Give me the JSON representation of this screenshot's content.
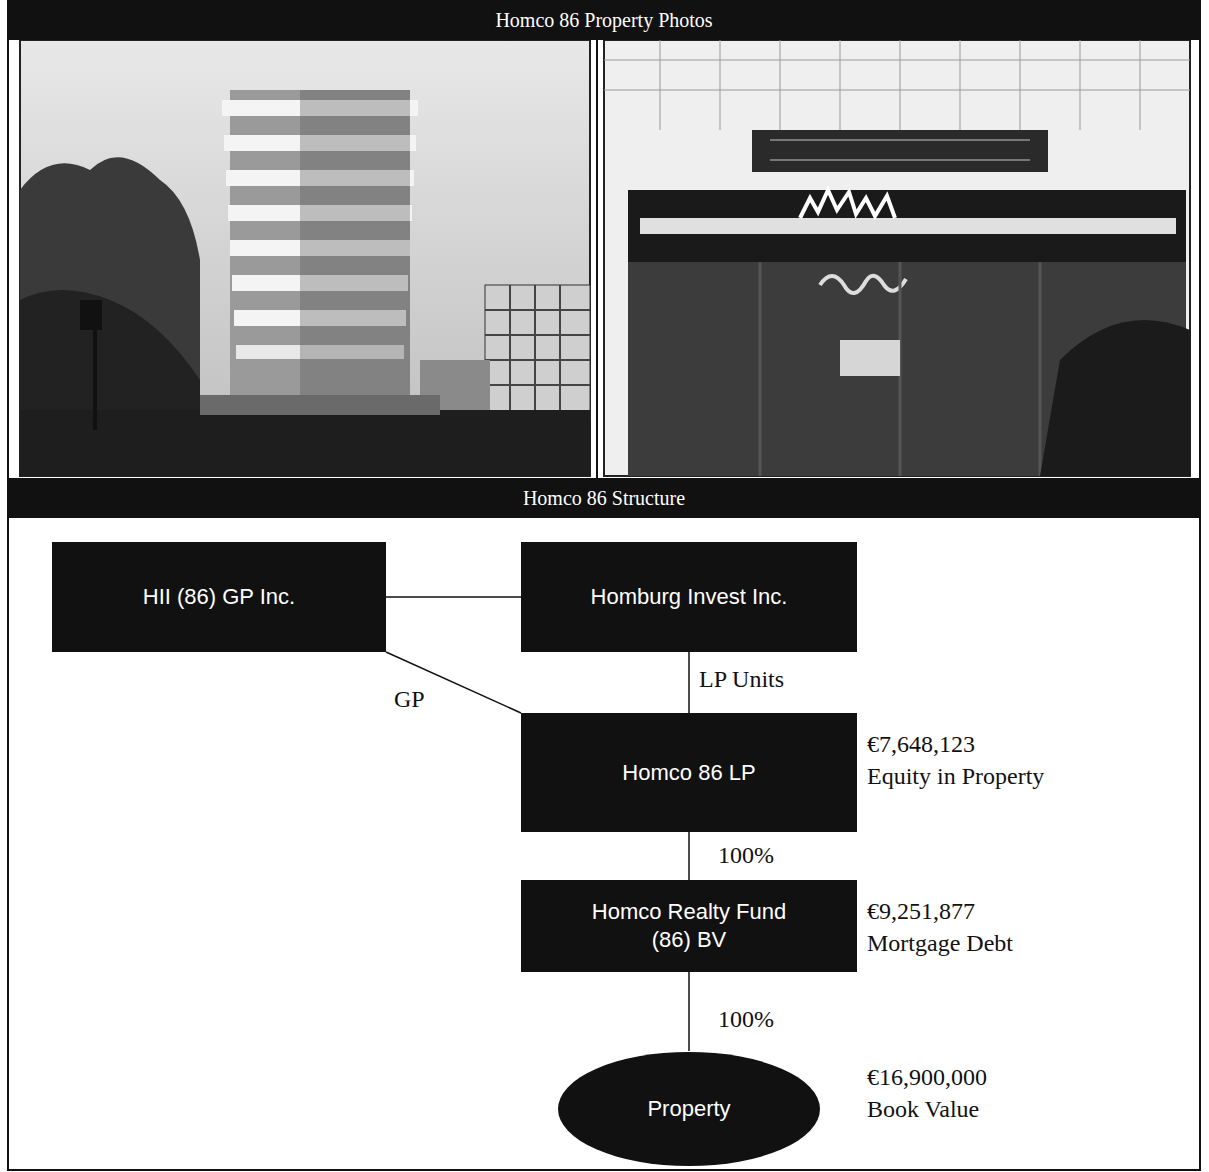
{
  "diagram": {
    "nodes": [
      {
        "text": [
          "Homco 86 Property Photos"
        ]
      },
      {
        "text": [
          "Homco 86 Structure"
        ]
      },
      {
        "text": [
          "HII (86) GP Inc."
        ]
      },
      {
        "text": [
          "Homburg Invest Inc."
        ]
      },
      {
        "text": [
          "Homco 86 LP"
        ]
      },
      {
        "text": [
          "Homco Realty Fund (86) BV"
        ]
      },
      {
        "text": [
          "Property"
        ]
      }
    ],
    "edges": [
      {
        "from": 2,
        "to": 3,
        "arrow": "none"
      },
      {
        "from": 2,
        "to": 4,
        "label": "GP",
        "arrow": "none"
      },
      {
        "from": 3,
        "to": 4,
        "label": "LP Units",
        "arrow": "none"
      },
      {
        "from": 4,
        "to": 5,
        "label": "100%",
        "arrow": "none"
      },
      {
        "from": 5,
        "to": 6,
        "label": "100%",
        "arrow": "none"
      }
    ],
    "labels": [
      "€7,648,123",
      "Equity in Property",
      "€9,251,877",
      "Mortgage Debt",
      "€16,900,000",
      "Book Value"
    ]
  }
}
